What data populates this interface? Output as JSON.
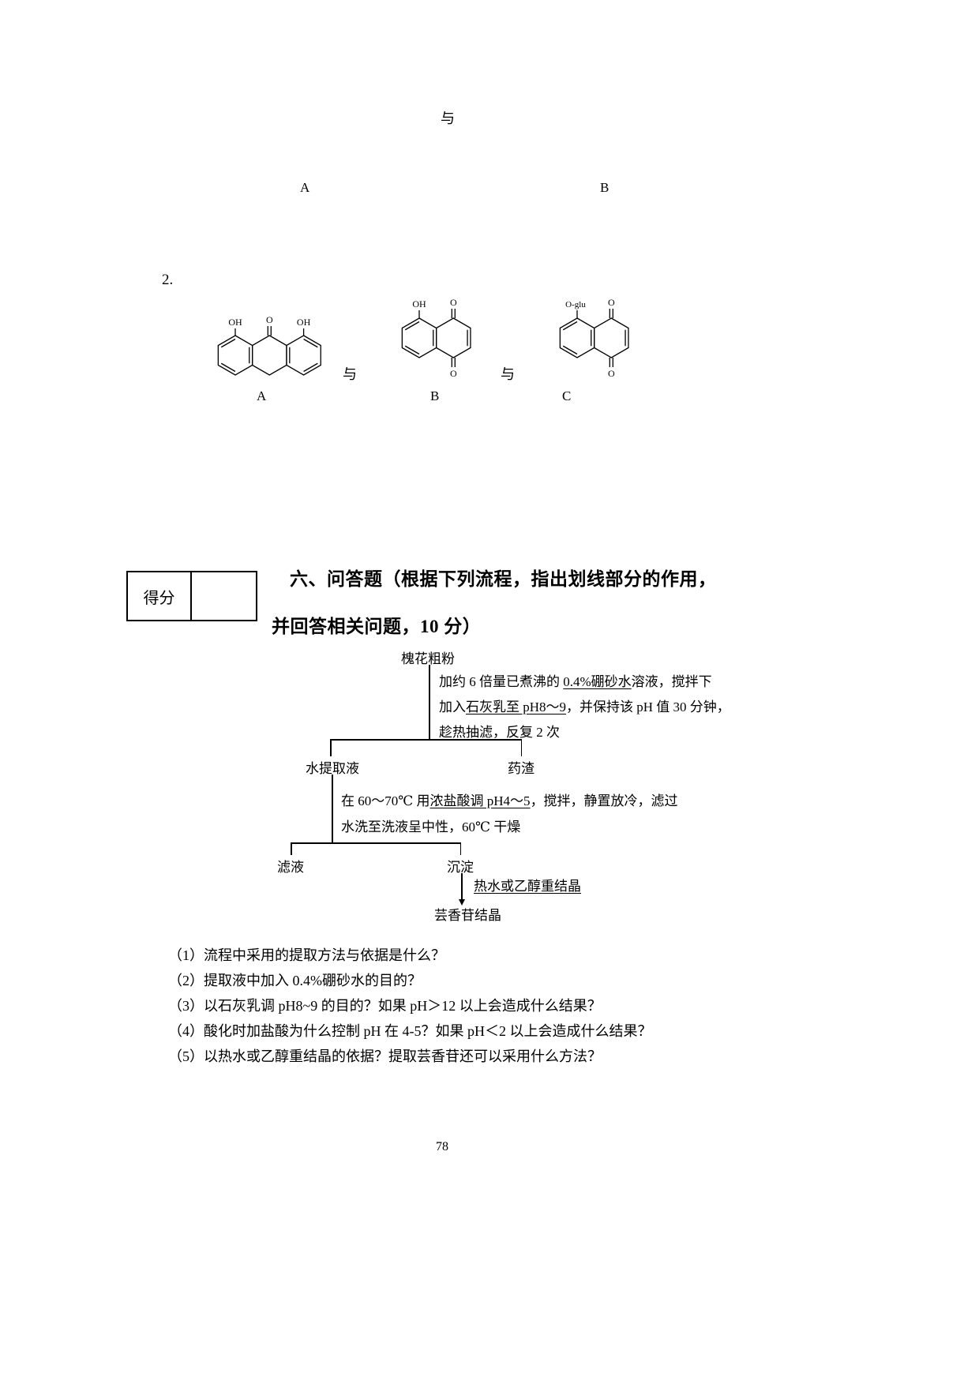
{
  "page": {
    "number": "78"
  },
  "section_top": {
    "connector": "与",
    "label_a": "A",
    "label_b": "B"
  },
  "question2": {
    "number": "2.",
    "connector_ab": "与",
    "connector_bc": "与",
    "label_a": "A",
    "label_b": "B",
    "label_c": "C",
    "structure_a": {
      "oh_left": "OH",
      "o_top": "O",
      "oh_right": "OH"
    },
    "structure_b": {
      "oh": "OH",
      "o_top": "O",
      "o_bottom": "O"
    },
    "structure_c": {
      "o_glu": "O-glu",
      "o_top": "O",
      "o_bottom": "O"
    }
  },
  "score_box": {
    "label": "得分"
  },
  "section_six": {
    "title_line1": "六、问答题（根据下列流程，指出划线部分的作用，",
    "title_line2": "并回答相关问题，10 分）"
  },
  "flowchart": {
    "start": "槐花粗粉",
    "step1": {
      "pre": "加约 6 倍量已煮沸的 ",
      "underlined": "0.4%硼砂水",
      "post": "溶液，搅拌下"
    },
    "step2": {
      "pre": "加入",
      "underlined": "石灰乳至 pH8～9",
      "post": "，并保持该 pH 值 30 分钟，"
    },
    "step3": "趁热抽滤，反复 2 次",
    "branch1": {
      "left": "水提取液",
      "right": "药渣"
    },
    "step4": {
      "pre": "在 60～70℃ 用",
      "underlined": "浓盐酸调 pH4～5",
      "post": "，搅拌，静置放冷，滤过"
    },
    "step5": "水洗至洗液呈中性，60℃ 干燥",
    "branch2": {
      "left": "滤液",
      "right": "沉淀"
    },
    "step6": {
      "underlined": "热水或乙醇重结晶"
    },
    "result": "芸香苷结晶"
  },
  "questions": [
    "（1）流程中采用的提取方法与依据是什么？",
    "（2）提取液中加入 0.4%硼砂水的目的？",
    "（3）以石灰乳调 pH8~9 的目的？如果 pH＞12 以上会造成什么结果？",
    "（4）酸化时加盐酸为什么控制 pH 在 4-5？如果 pH＜2 以上会造成什么结果？",
    "（5）以热水或乙醇重结晶的依据？提取芸香苷还可以采用什么方法？"
  ]
}
